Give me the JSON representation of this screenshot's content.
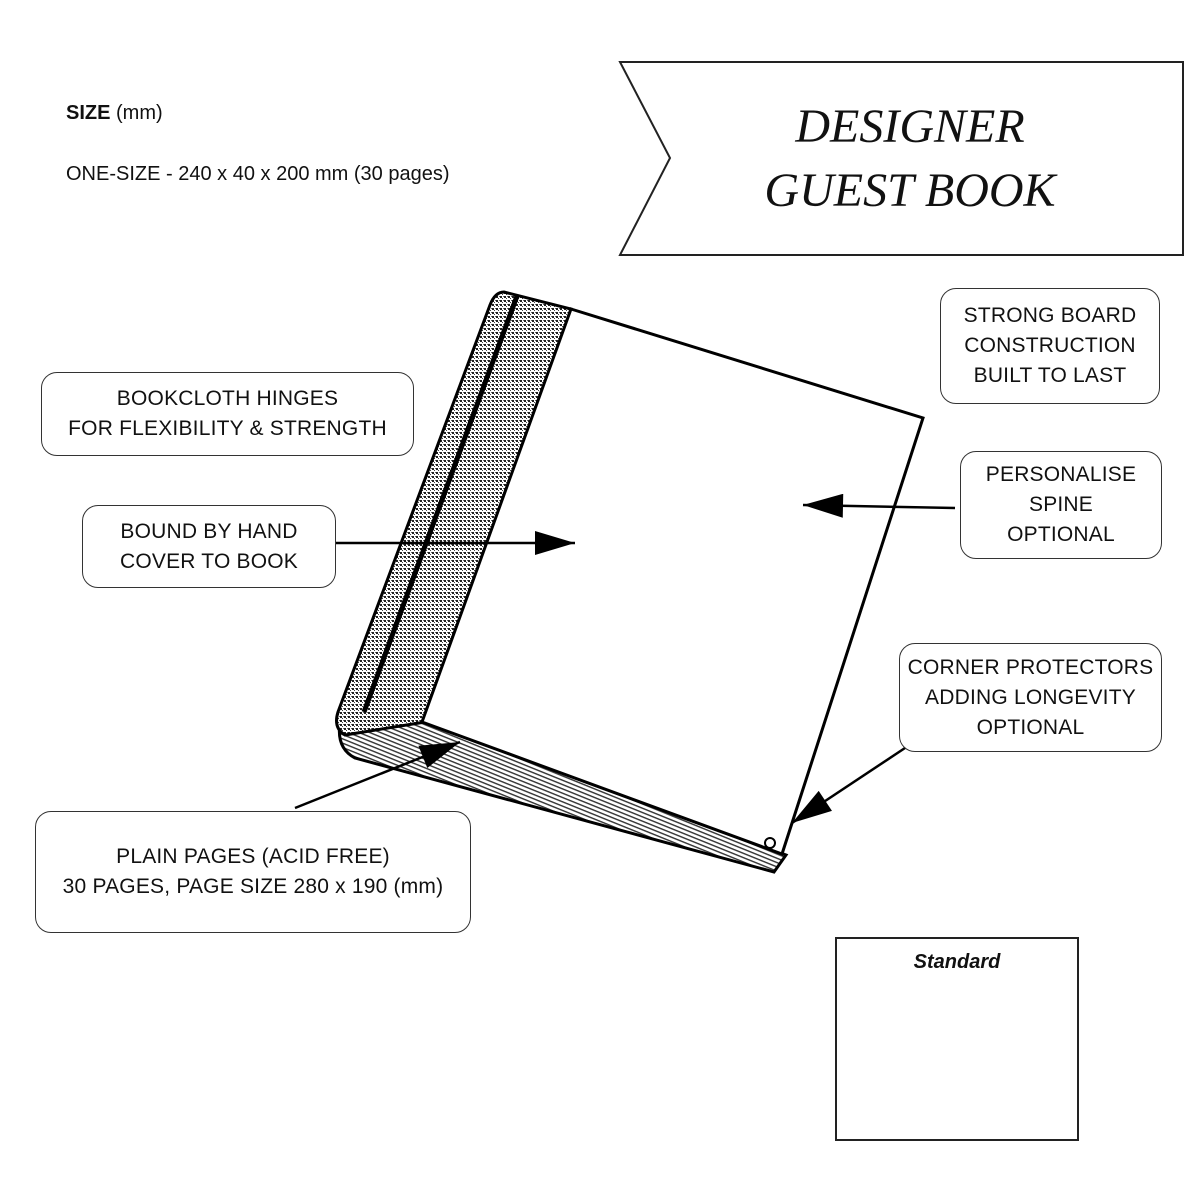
{
  "size": {
    "heading_bold": "SIZE",
    "heading_unit": "(mm)",
    "value": "ONE-SIZE - 240 x 40 x 200 mm (30 pages)"
  },
  "title": {
    "line1": "DESIGNER",
    "line2": "GUEST BOOK"
  },
  "callouts": {
    "strong_board": [
      "STRONG BOARD",
      "CONSTRUCTION",
      "BUILT TO LAST"
    ],
    "bookcloth": [
      "BOOKCLOTH HINGES",
      "FOR FLEXIBILITY & STRENGTH"
    ],
    "personalise": [
      "PERSONALISE",
      "SPINE",
      "OPTIONAL"
    ],
    "bound": [
      "BOUND BY HAND",
      "COVER TO BOOK"
    ],
    "corner": [
      "CORNER PROTECTORS",
      "ADDING LONGEVITY",
      "OPTIONAL"
    ],
    "pages": [
      "PLAIN PAGES (ACID FREE)",
      "30 PAGES, PAGE SIZE 280 x 190 (mm)"
    ]
  },
  "variant": {
    "label": "Standard"
  }
}
